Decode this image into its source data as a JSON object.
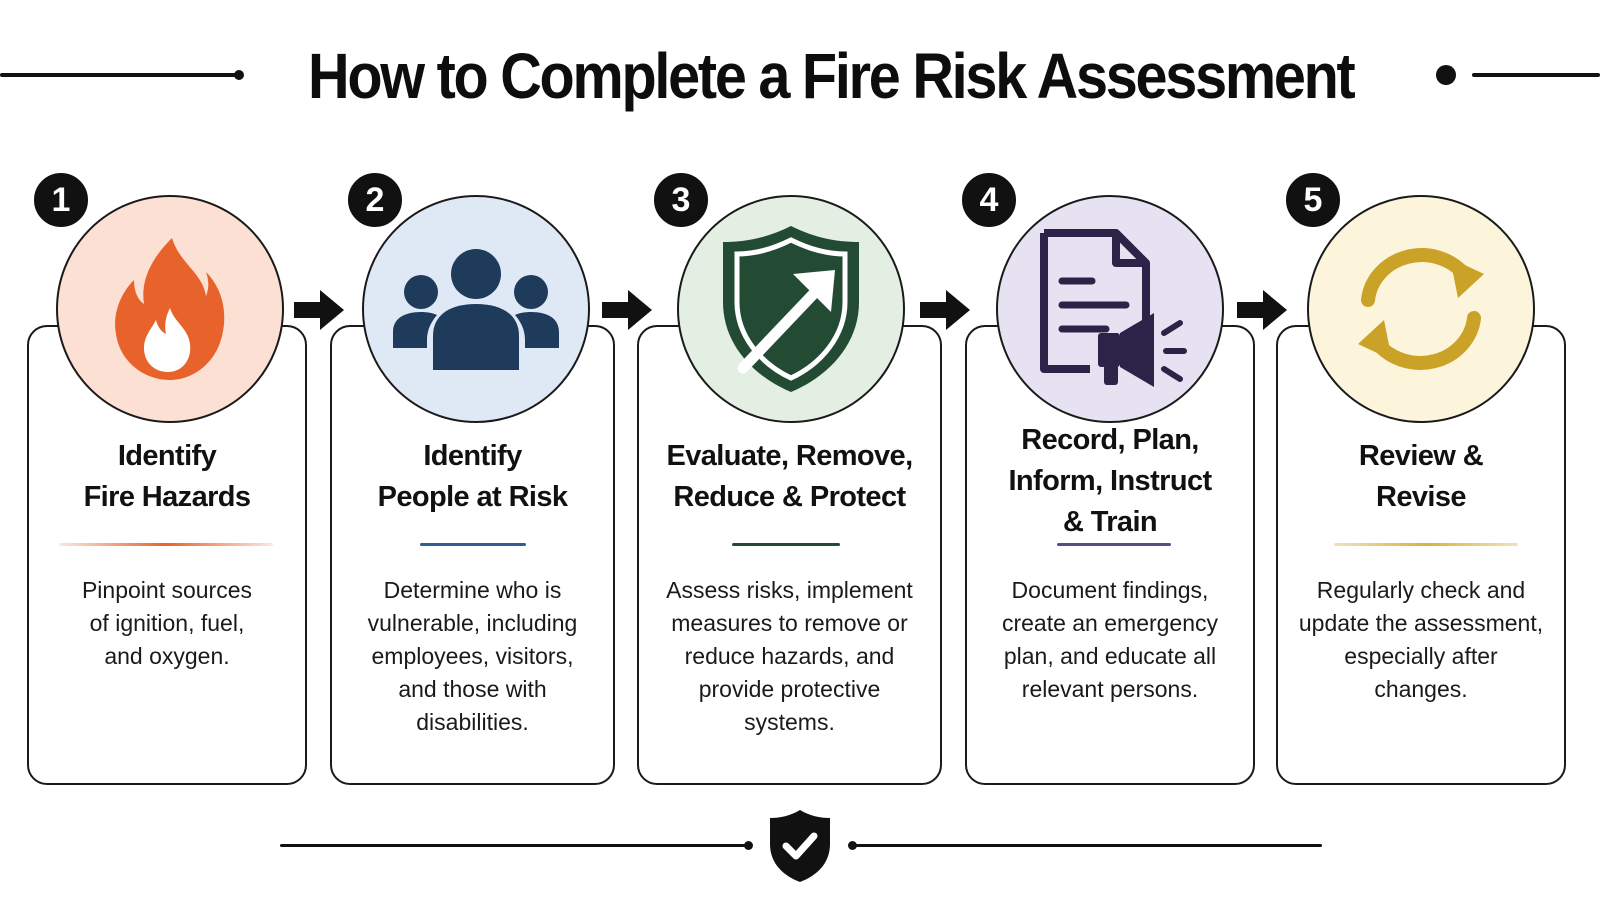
{
  "title": "How to Complete a Fire Risk Assessment",
  "colors": {
    "ink": "#111111",
    "step1_bg": "#fbe0d3",
    "step1_accent": "#e8632b",
    "step2_bg": "#dfe9f6",
    "step2_accent": "#1f3b5c",
    "step3_bg": "#e3efe2",
    "step3_accent": "#234b33",
    "step4_bg": "#e7e2f1",
    "step4_accent": "#2c2448",
    "step5_bg": "#fdf4dc",
    "step5_accent": "#c9a227"
  },
  "steps": [
    {
      "number": "1",
      "icon": "flame-icon",
      "title_lines": [
        "Identify",
        "Fire Hazards"
      ],
      "desc_lines": [
        "Pinpoint sources",
        "of ignition, fuel,",
        "and oxygen."
      ]
    },
    {
      "number": "2",
      "icon": "people-group-icon",
      "title_lines": [
        "Identify",
        "People at Risk"
      ],
      "desc_lines": [
        "Determine who is",
        "vulnerable, including",
        "employees, visitors,",
        "and those with",
        "disabilities."
      ]
    },
    {
      "number": "3",
      "icon": "shield-arrow-icon",
      "title_lines": [
        "Evaluate, Remove,",
        "Reduce & Protect"
      ],
      "desc_lines": [
        "Assess risks, implement",
        "measures to remove or",
        "reduce hazards, and",
        "provide protective",
        "systems."
      ]
    },
    {
      "number": "4",
      "icon": "document-megaphone-icon",
      "title_lines": [
        "Record, Plan,",
        "Inform, Instruct",
        "& Train"
      ],
      "desc_lines": [
        "Document findings,",
        "create an emergency",
        "plan, and educate all",
        "relevant persons."
      ]
    },
    {
      "number": "5",
      "icon": "cycle-arrows-icon",
      "title_lines": [
        "Review &",
        "Revise"
      ],
      "desc_lines": [
        "Regularly check and",
        "update the assessment,",
        "especially after",
        "changes."
      ]
    }
  ],
  "footer_icon": "shield-check-icon"
}
